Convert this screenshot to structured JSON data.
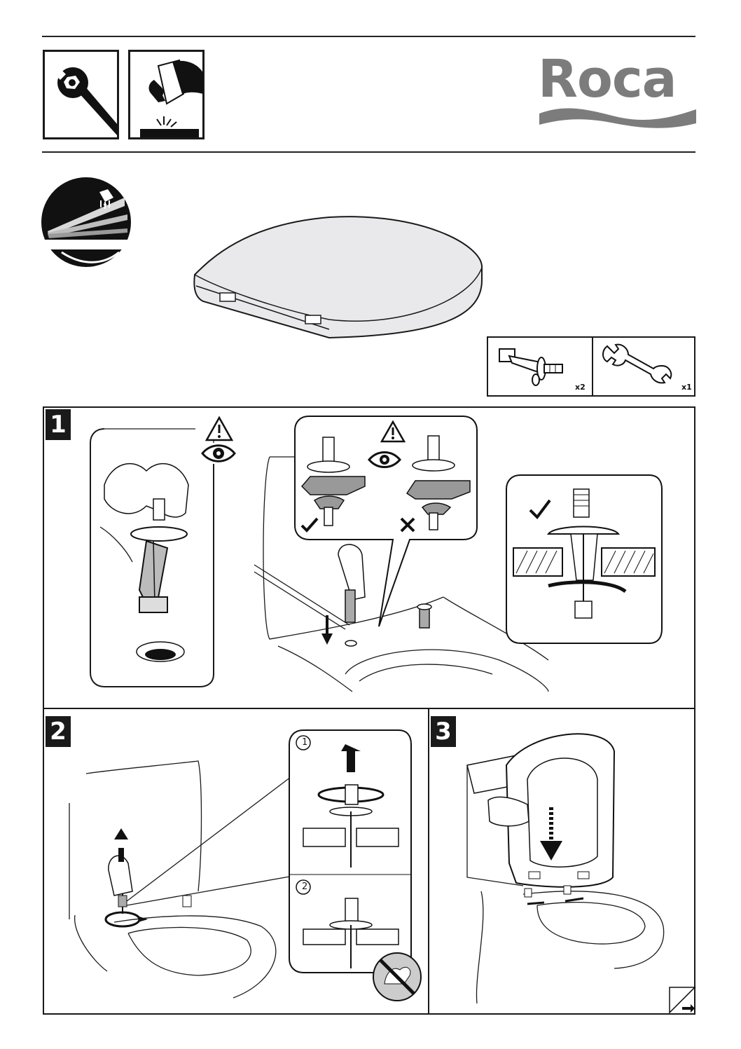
{
  "brand": {
    "name": "Roca",
    "color": "#7c7c7c"
  },
  "header_icons": [
    {
      "icon": "wrench-nut-icon"
    },
    {
      "icon": "cleaning-cloth-icon"
    }
  ],
  "soft_close_icon": "soft-close-hand-icon",
  "kit": [
    {
      "icon": "fixing-bolt-icon",
      "quantity": "x2"
    },
    {
      "icon": "spanner-icon",
      "quantity": "x1"
    }
  ],
  "steps": [
    {
      "number": "1",
      "marks": [
        "warning-icon",
        "eye-icon",
        "check-icon",
        "cross-icon"
      ]
    },
    {
      "number": "2",
      "sub_steps": [
        "1",
        "2"
      ],
      "marks": [
        "no-force-icon"
      ]
    },
    {
      "number": "3"
    }
  ],
  "accent_color": "#1a1a1a",
  "product_color": "#e9e9ec"
}
